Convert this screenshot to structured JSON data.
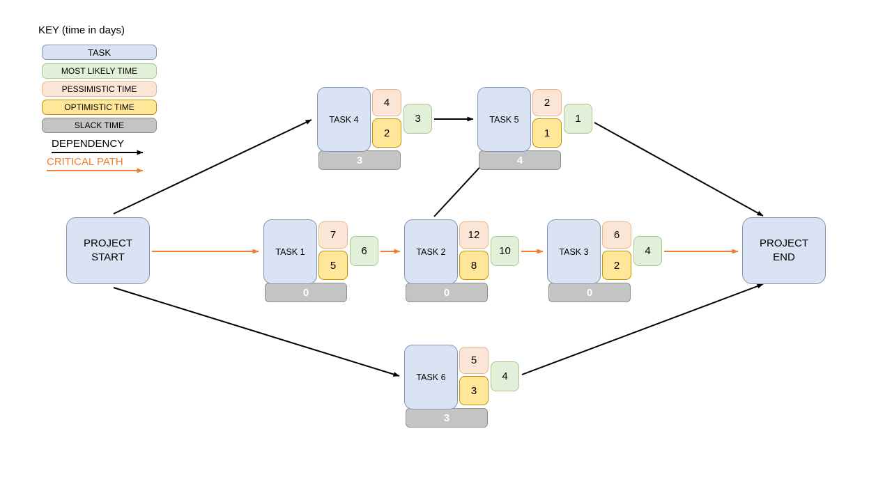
{
  "key": {
    "title": "KEY (time in days)",
    "task_label": "TASK",
    "most_likely_label": "MOST LIKELY TIME",
    "pessimistic_label": "PESSIMISTIC TIME",
    "optimistic_label": "OPTIMISTIC TIME",
    "slack_label": "SLACK TIME",
    "dependency_label": "DEPENDENCY",
    "critical_path_label": "CRITICAL PATH"
  },
  "colors": {
    "task_fill": "#dae3f3",
    "task_border": "#8496b0",
    "most_likely_fill": "#e2efd9",
    "most_likely_border": "#a9c68c",
    "pessimistic_fill": "#fbe5d6",
    "pessimistic_border": "#eab488",
    "optimistic_fill": "#ffe699",
    "optimistic_border": "#bf9000",
    "slack_fill": "#c4c4c4",
    "slack_border": "#8f8f8f",
    "dependency": "#000000",
    "critical_path": "#ed7d31"
  },
  "start": {
    "label": "PROJECT START"
  },
  "end": {
    "label": "PROJECT END"
  },
  "tasks": [
    {
      "name": "TASK 1",
      "pessimistic": "7",
      "optimistic": "5",
      "most_likely": "6",
      "slack": "0"
    },
    {
      "name": "TASK 2",
      "pessimistic": "12",
      "optimistic": "8",
      "most_likely": "10",
      "slack": "0"
    },
    {
      "name": "TASK 3",
      "pessimistic": "6",
      "optimistic": "2",
      "most_likely": "4",
      "slack": "0"
    },
    {
      "name": "TASK 4",
      "pessimistic": "4",
      "optimistic": "2",
      "most_likely": "3",
      "slack": "3"
    },
    {
      "name": "TASK 5",
      "pessimistic": "2",
      "optimistic": "1",
      "most_likely": "1",
      "slack": "4"
    },
    {
      "name": "TASK 6",
      "pessimistic": "5",
      "optimistic": "3",
      "most_likely": "4",
      "slack": "3"
    }
  ],
  "edges": [
    {
      "from": "PROJECT START",
      "to": "TASK 4",
      "type": "dependency"
    },
    {
      "from": "PROJECT START",
      "to": "TASK 1",
      "type": "critical"
    },
    {
      "from": "PROJECT START",
      "to": "TASK 6",
      "type": "dependency"
    },
    {
      "from": "TASK 1",
      "to": "TASK 2",
      "type": "critical"
    },
    {
      "from": "TASK 2",
      "to": "TASK 3",
      "type": "critical"
    },
    {
      "from": "TASK 2",
      "to": "TASK 5",
      "type": "dependency"
    },
    {
      "from": "TASK 4",
      "to": "TASK 5",
      "type": "dependency"
    },
    {
      "from": "TASK 3",
      "to": "PROJECT END",
      "type": "critical"
    },
    {
      "from": "TASK 5",
      "to": "PROJECT END",
      "type": "dependency"
    },
    {
      "from": "TASK 6",
      "to": "PROJECT END",
      "type": "dependency"
    }
  ]
}
